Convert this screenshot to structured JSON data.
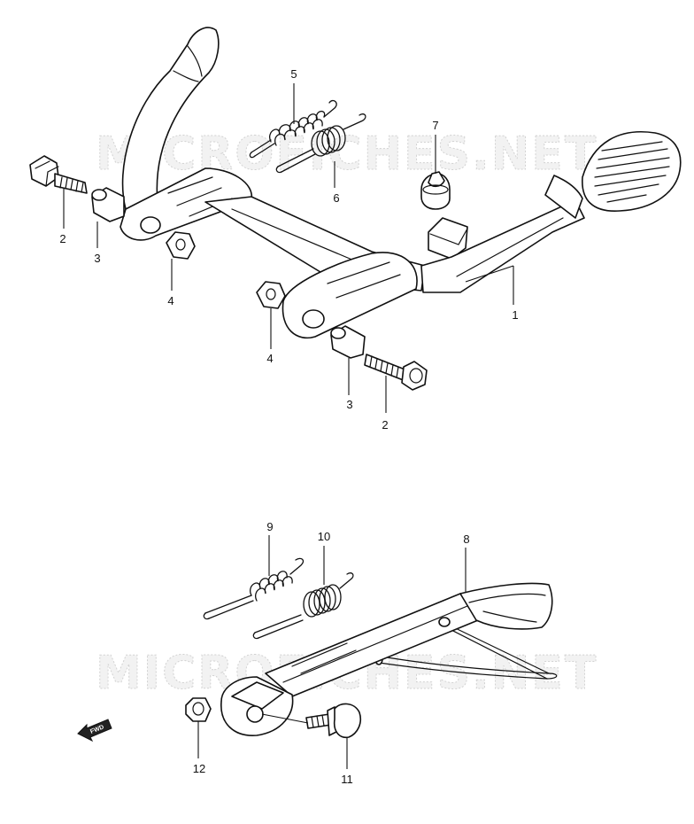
{
  "watermark": "MICROFICHES.NET",
  "direction_label": "FWD",
  "colors": {
    "line": "#111111",
    "watermark_fill": "#f2f2f2",
    "watermark_stroke": "#d2d2d2",
    "background": "#ffffff"
  },
  "callouts": {
    "c1": "1",
    "c2a": "2",
    "c2b": "2",
    "c3a": "3",
    "c3b": "3",
    "c4a": "4",
    "c4b": "4",
    "c5": "5",
    "c6": "6",
    "c7": "7",
    "c8": "8",
    "c9": "9",
    "c10": "10",
    "c11": "11",
    "c12": "12"
  }
}
